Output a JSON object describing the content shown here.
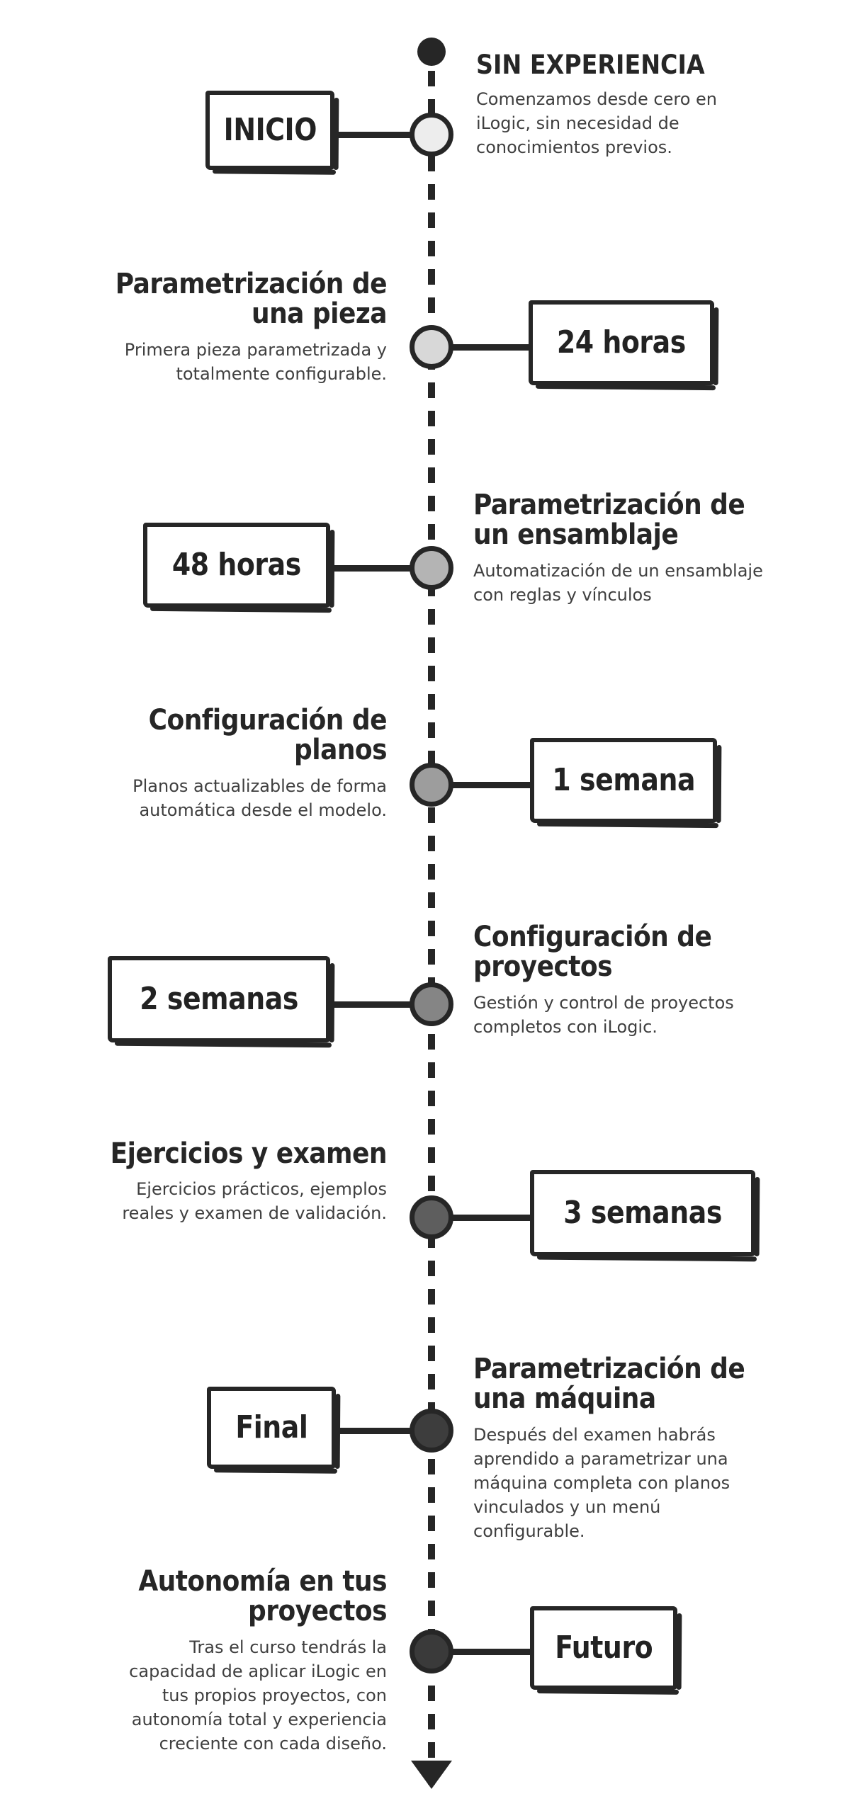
{
  "meta": {
    "colors": {
      "ink": "#262626",
      "body_text": "#3f3f3f",
      "background": "#ffffff"
    }
  },
  "timeline": {
    "start_marker": "start-dot",
    "end_marker": "arrow-down",
    "steps": [
      {
        "id": "sin-experiencia",
        "side": "right",
        "title": "SIN EXPERIENCIA",
        "title_caps": true,
        "description": "Comenzamos desde cero en iLogic, sin necesidad de conocimientos previos.",
        "badge": "INICIO",
        "badge_side": "left",
        "node_color": "#ededed"
      },
      {
        "id": "parametrizacion-pieza",
        "side": "left",
        "title": "Parametrización de una pieza",
        "title_caps": false,
        "description": "Primera pieza parametrizada y totalmente configurable.",
        "badge": "24 horas",
        "badge_side": "right",
        "node_color": "#d8d8d8"
      },
      {
        "id": "parametrizacion-ensamblaje",
        "side": "right",
        "title": "Parametrización de un ensamblaje",
        "title_caps": false,
        "description": "Automatización de un ensamblaje con reglas y vínculos",
        "badge": "48 horas",
        "badge_side": "left",
        "node_color": "#b4b4b4"
      },
      {
        "id": "configuracion-planos",
        "side": "left",
        "title": "Configuración de planos",
        "title_caps": false,
        "description": "Planos actualizables de forma automática desde el modelo.",
        "badge": "1 semana",
        "badge_side": "right",
        "node_color": "#9d9d9d"
      },
      {
        "id": "configuracion-proyectos",
        "side": "right",
        "title": "Configuración de proyectos",
        "title_caps": false,
        "description": " Gestión y control de proyectos completos con iLogic.",
        "badge": "2 semanas",
        "badge_side": "left",
        "node_color": "#858585"
      },
      {
        "id": "ejercicios-examen",
        "side": "left",
        "title": "Ejercicios y examen",
        "title_caps": false,
        "description": "Ejercicios prácticos, ejemplos reales y examen de validación.",
        "badge": "3 semanas",
        "badge_side": "right",
        "node_color": "#5e5e5e"
      },
      {
        "id": "parametrizacion-maquina",
        "side": "right",
        "title": "Parametrización de una máquina",
        "title_caps": false,
        "description": "Después del examen habrás aprendido a parametrizar una máquina completa con planos vinculados y un menú configurable.",
        "badge": "Final",
        "badge_side": "left",
        "node_color": "#3d3d3d"
      },
      {
        "id": "autonomia-proyectos",
        "side": "left",
        "title": "Autonomía en tus proyectos",
        "title_caps": false,
        "description": "Tras el curso tendrás la capacidad de aplicar iLogic en tus propios proyectos, con autonomía total y experiencia creciente con cada diseño.",
        "badge": "Futuro",
        "badge_side": "right",
        "node_color": "#3a3a3a"
      }
    ]
  }
}
